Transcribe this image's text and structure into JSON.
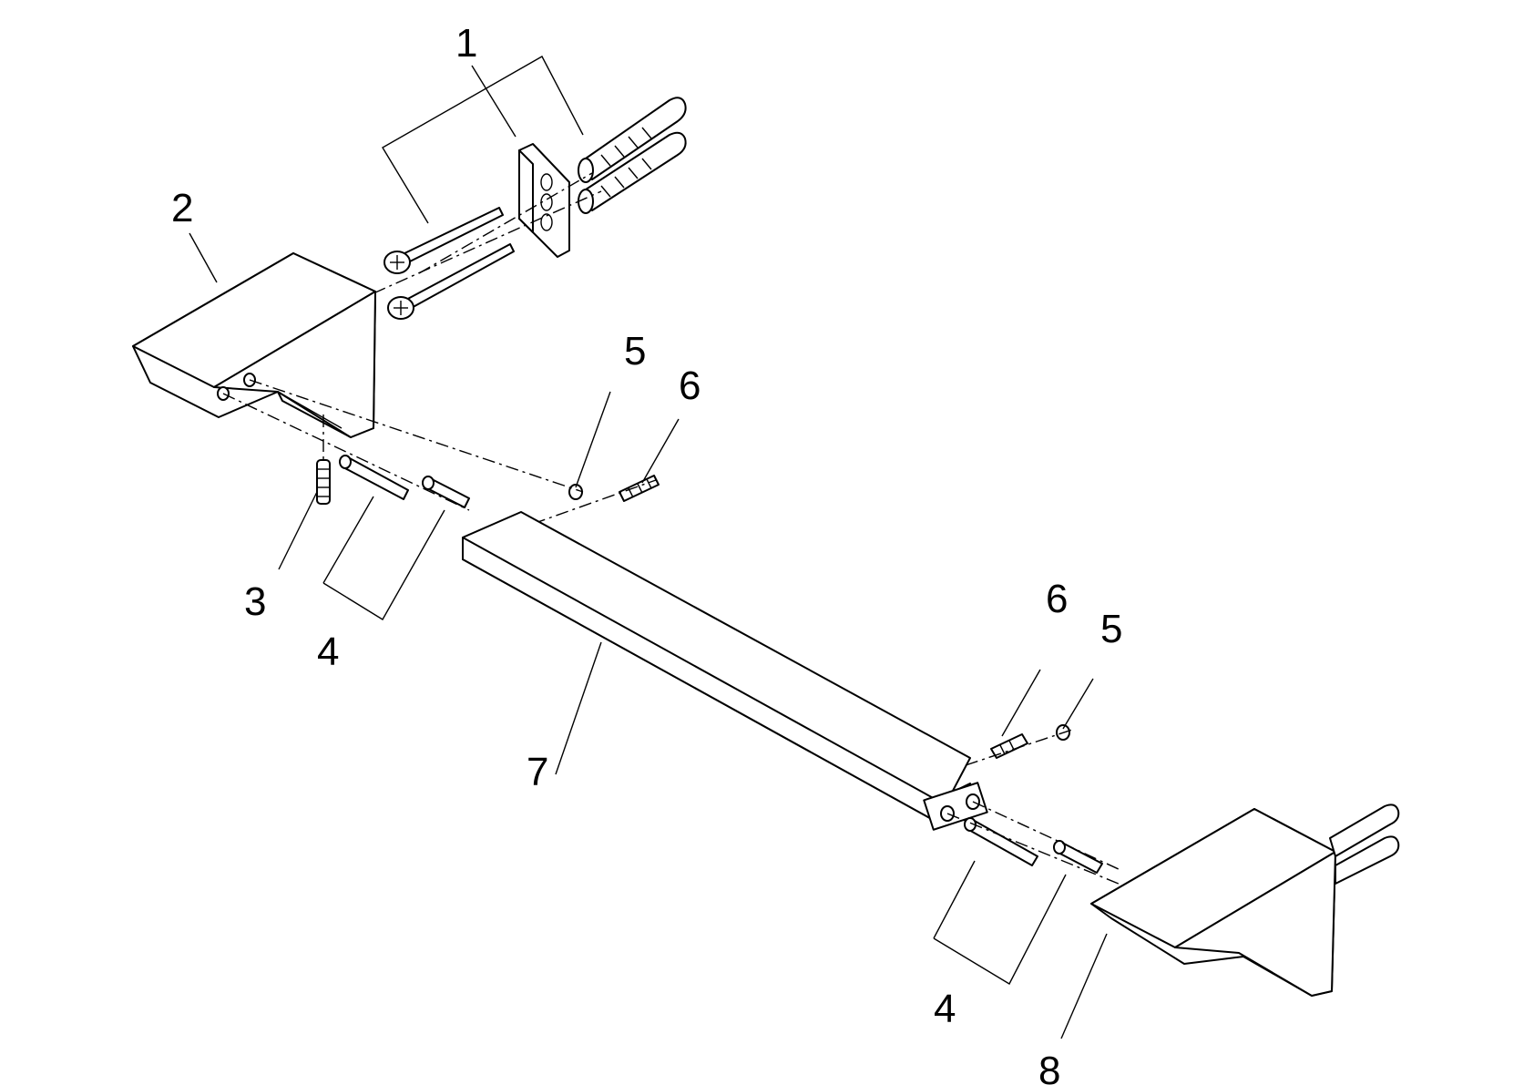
{
  "callouts": [
    {
      "id": "c1",
      "text": "1"
    },
    {
      "id": "c2",
      "text": "2"
    },
    {
      "id": "c3",
      "text": "3"
    },
    {
      "id": "c4a",
      "text": "4"
    },
    {
      "id": "c5a",
      "text": "5"
    },
    {
      "id": "c6a",
      "text": "6"
    },
    {
      "id": "c6b",
      "text": "6"
    },
    {
      "id": "c5b",
      "text": "5"
    },
    {
      "id": "c7",
      "text": "7"
    },
    {
      "id": "c4b",
      "text": "4"
    },
    {
      "id": "c8",
      "text": "8"
    }
  ]
}
